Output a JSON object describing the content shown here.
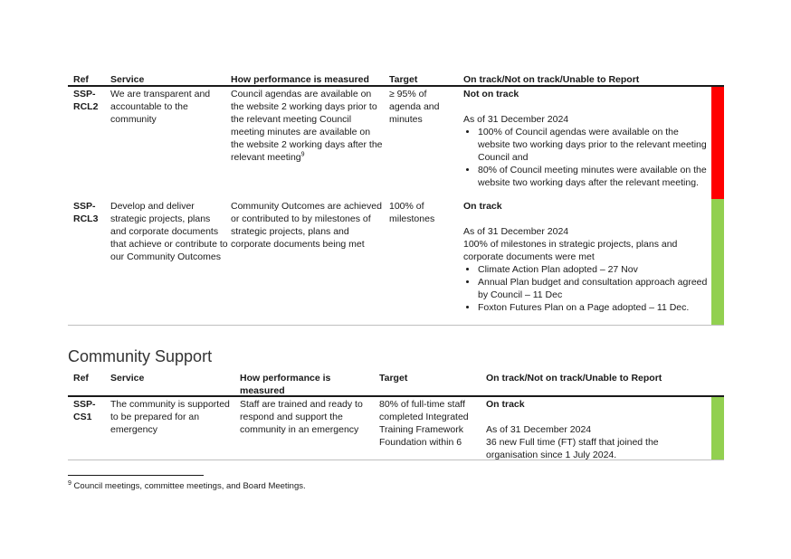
{
  "table1": {
    "headers": [
      "Ref",
      "Service",
      "How performance is measured",
      "Target",
      "On track/Not on track/Unable to Report"
    ],
    "rows": [
      {
        "ref": "SSP-\nRCL2",
        "service": "We are transparent and accountable to the community",
        "measure": "Council agendas are available on the website 2 working days prior to the relevant meeting Council meeting minutes are available on the website 2 working days after the relevant meeting",
        "measure_sup": "9",
        "target": "≥ 95% of agenda and minutes",
        "status": "Not on track",
        "status_color": "#ff0000",
        "date": "As of 31 December 2024",
        "body": "",
        "bullets": [
          "100% of Council agendas were available on the website two working days prior to the relevant meeting Council and",
          "80% of Council meeting minutes were available on the website two working days after the relevant meeting."
        ]
      },
      {
        "ref": "SSP-\nRCL3",
        "service": "Develop and deliver strategic projects, plans and corporate documents that achieve or contribute to our Community Outcomes",
        "measure": "Community Outcomes are achieved or contributed to by milestones of strategic projects, plans and corporate documents being met",
        "target": "100% of milestones",
        "status": "On track",
        "status_color": "#92d050",
        "date": "As of 31 December 2024",
        "body": "100% of milestones in strategic projects, plans and corporate documents were met",
        "bullets": [
          "Climate Action Plan adopted – 27 Nov",
          "Annual Plan budget and consultation approach agreed by Council – 11 Dec",
          "Foxton Futures Plan on a Page adopted – 11 Dec."
        ]
      }
    ]
  },
  "section_title": "Community Support",
  "table2": {
    "headers": [
      "Ref",
      "Service",
      "How performance is measured",
      "Target",
      "On track/Not on track/Unable to Report"
    ],
    "rows": [
      {
        "ref": "SSP-\nCS1",
        "service": "The community is supported to be prepared for an emergency",
        "measure": "Staff are trained and ready to respond and support the community in an emergency",
        "target": "80% of full-time staff completed Integrated Training Framework Foundation within 6",
        "status": "On track",
        "status_color": "#92d050",
        "date": "As of 31 December 2024",
        "body": "36 new Full time (FT) staff that joined the organisation since 1 July 2024."
      }
    ]
  },
  "footnote": {
    "marker": "9",
    "text": " Council meetings, committee meetings, and Board Meetings."
  }
}
